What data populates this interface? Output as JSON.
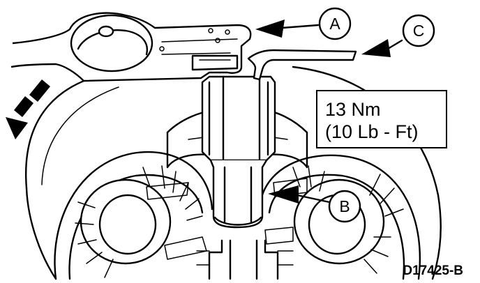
{
  "callouts": {
    "a": "A",
    "b": "B",
    "c": "C"
  },
  "torque": {
    "line1": "13 Nm",
    "line2": "(10 Lb - Ft)"
  },
  "figure_code": "D17425-B",
  "colors": {
    "ink": "#000000",
    "paper": "#ffffff"
  }
}
